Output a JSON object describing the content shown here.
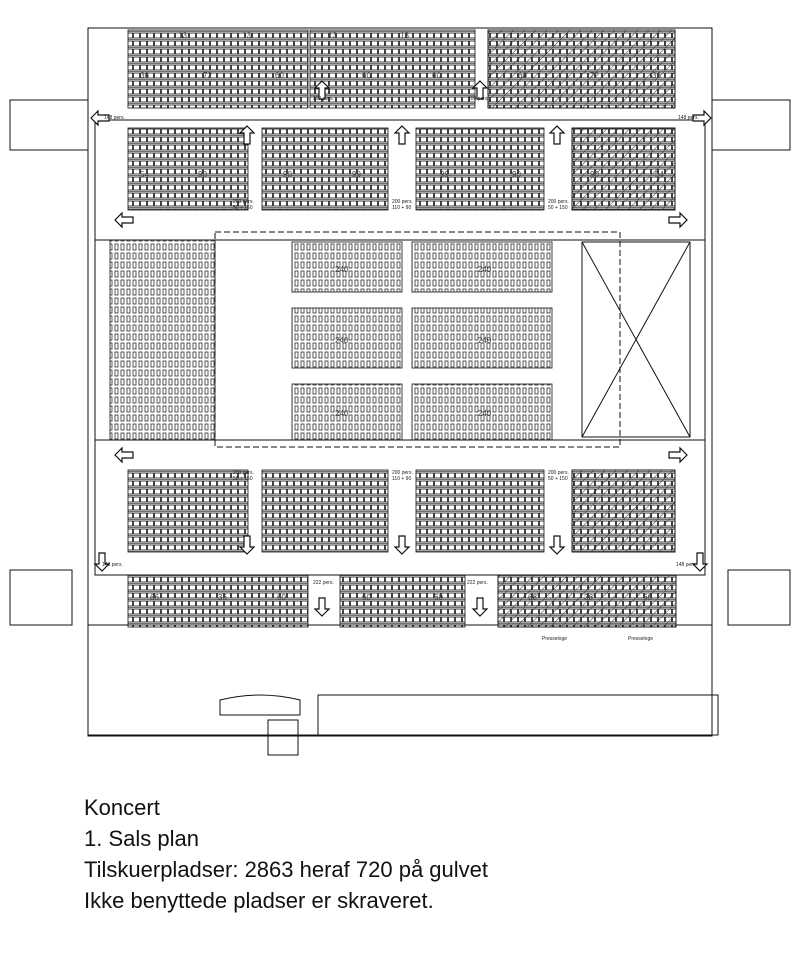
{
  "caption": {
    "line1": "Koncert",
    "line2": "1. Sals plan",
    "line3": "Tilskuerpladser: 2863 heraf 720 på gulvet",
    "line4": "Ikke benyttede pladser er skraveret."
  },
  "plan": {
    "top_row_labels": [
      "13",
      "13",
      "13",
      "13"
    ],
    "top_counts": [
      "36",
      "72",
      "60",
      "60",
      "60",
      "60",
      "72",
      "36"
    ],
    "upper_counts": [
      "54",
      "90",
      "90",
      "99",
      "99",
      "90",
      "90",
      "54"
    ],
    "floor_counts": [
      "240",
      "240",
      "240",
      "240",
      "240",
      "240"
    ],
    "lower_counts": [
      "66",
      "36",
      "60",
      "60",
      "60",
      "66",
      "36",
      "66"
    ],
    "exit_labels": {
      "side": "148 pers.",
      "aisle_a": "200 pers.",
      "aisle_a_split": "50 + 150",
      "aisle_b": "200 pers.",
      "aisle_b_split": "110 + 90",
      "aisle_c": "200 pers.",
      "aisle_c_split": "50 + 150",
      "lower_aisle": "222 pers.",
      "top_aisle": "200 pers."
    },
    "press_boxes": [
      "Presseloge",
      "Presseloge"
    ]
  }
}
